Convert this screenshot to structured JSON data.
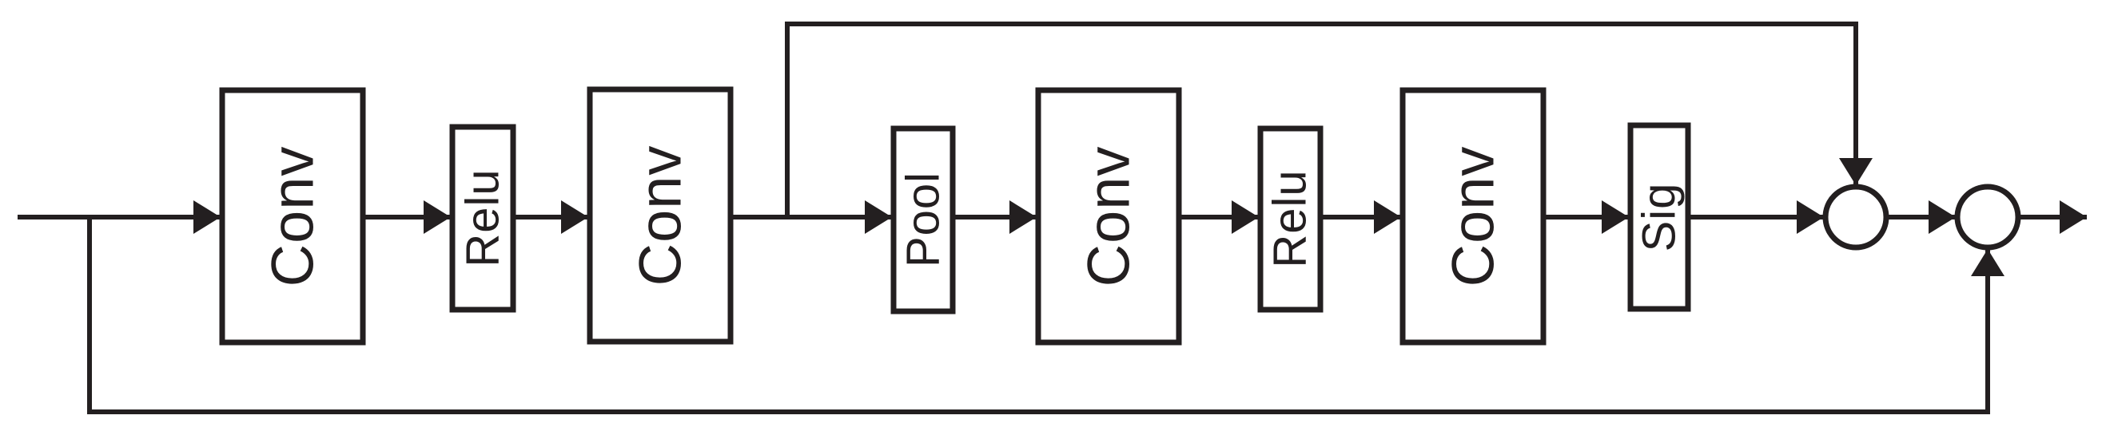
{
  "diagram": {
    "type": "block-diagram",
    "colors": {
      "background": "#ffffff",
      "line": "#231f20",
      "block_fill": "#ffffff"
    },
    "blocks": [
      {
        "id": "conv-1",
        "label": "Conv",
        "size": "large"
      },
      {
        "id": "relu-1",
        "label": "Relu",
        "size": "small"
      },
      {
        "id": "conv-2",
        "label": "Conv",
        "size": "large"
      },
      {
        "id": "pool-1",
        "label": "Pool",
        "size": "small"
      },
      {
        "id": "conv-3",
        "label": "Conv",
        "size": "large"
      },
      {
        "id": "relu-2",
        "label": "Relu",
        "size": "small"
      },
      {
        "id": "conv-4",
        "label": "Conv",
        "size": "large"
      },
      {
        "id": "sig-1",
        "label": "Sig",
        "size": "small"
      }
    ],
    "junctions": [
      {
        "id": "junction-1",
        "shape": "circle"
      },
      {
        "id": "junction-2",
        "shape": "circle"
      }
    ]
  }
}
